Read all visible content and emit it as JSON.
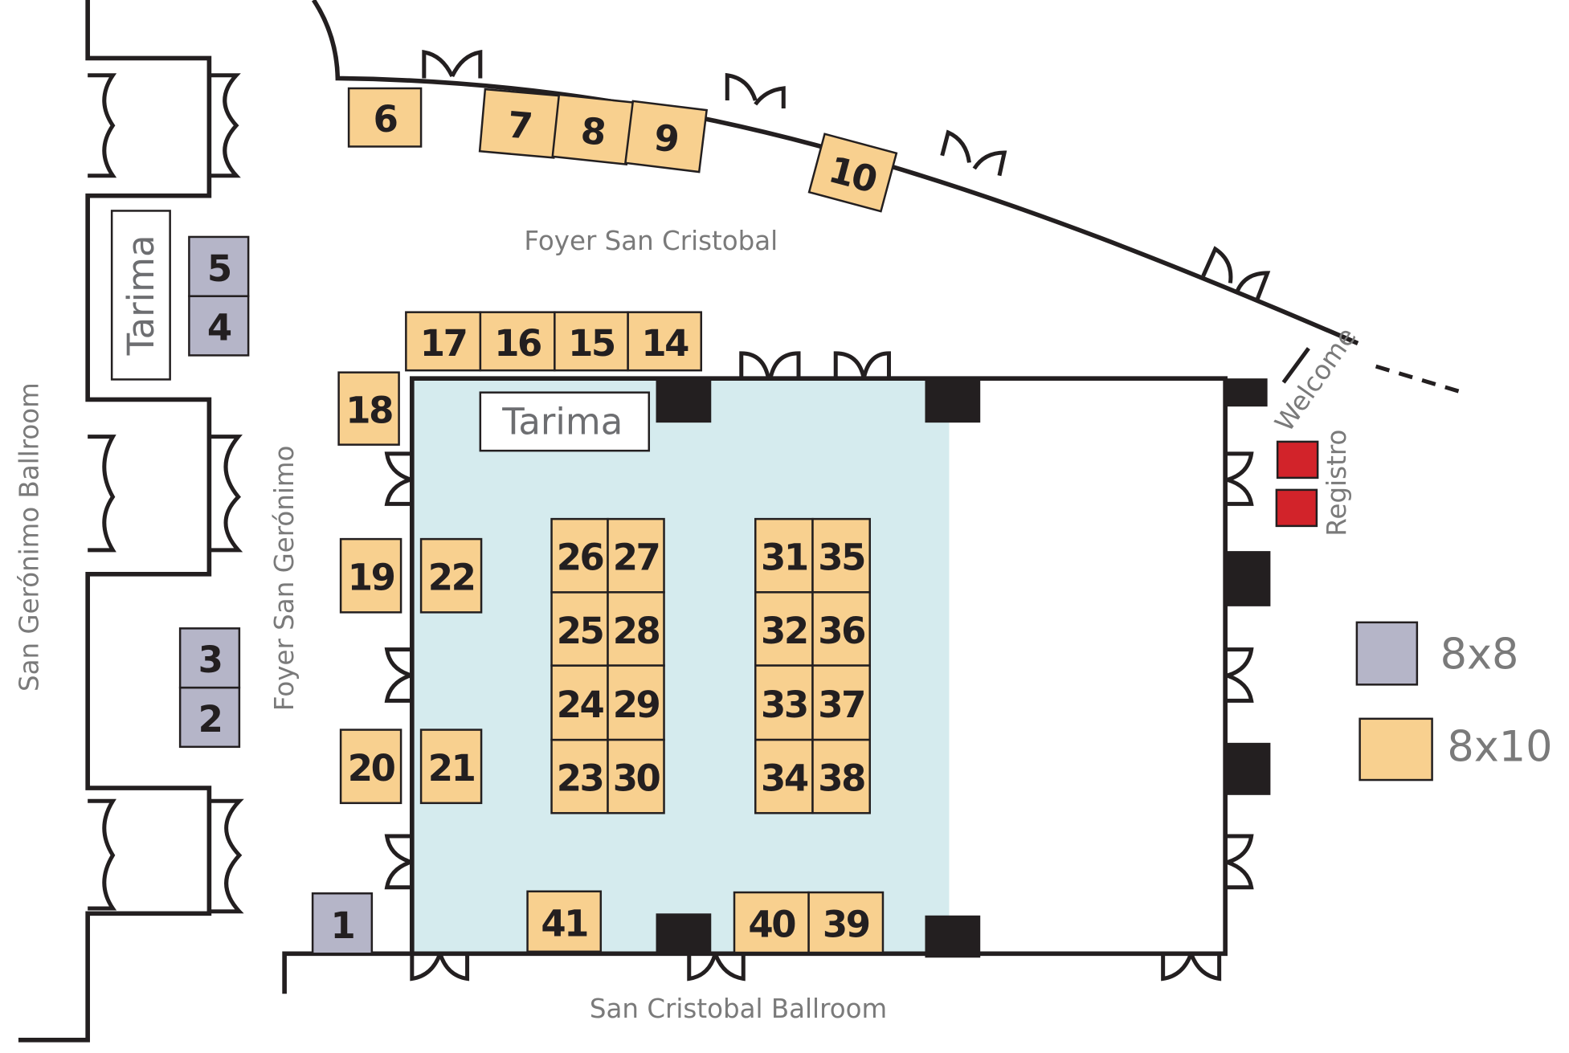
{
  "colors": {
    "booth_8x10": "#f8d08f",
    "booth_8x8": "#b5b5c8",
    "registration": "#d2232a",
    "ballroom_area": "#d5ebee",
    "label": "#7a7a7a"
  },
  "labels": {
    "foyer_san_cristobal": "Foyer San Cristobal",
    "san_cristobal_ballroom": "San Cristobal Ballroom",
    "san_geronimo_ballroom": "San Gerónimo Ballroom",
    "foyer_san_geronimo": "Foyer San Gerónimo",
    "tarima_left": "Tarima",
    "tarima_main": "Tarima",
    "welcome": "Welcome",
    "registro": "Registro"
  },
  "legend": [
    {
      "size": "8x8",
      "label": "8x8"
    },
    {
      "size": "8x10",
      "label": "8x10"
    }
  ],
  "booths": [
    {
      "number": "1",
      "size": "8x8"
    },
    {
      "number": "2",
      "size": "8x8"
    },
    {
      "number": "3",
      "size": "8x8"
    },
    {
      "number": "4",
      "size": "8x8"
    },
    {
      "number": "5",
      "size": "8x8"
    },
    {
      "number": "6",
      "size": "8x10"
    },
    {
      "number": "7",
      "size": "8x10"
    },
    {
      "number": "8",
      "size": "8x10"
    },
    {
      "number": "9",
      "size": "8x10"
    },
    {
      "number": "10",
      "size": "8x10"
    },
    {
      "number": "14",
      "size": "8x10"
    },
    {
      "number": "15",
      "size": "8x10"
    },
    {
      "number": "16",
      "size": "8x10"
    },
    {
      "number": "17",
      "size": "8x10"
    },
    {
      "number": "18",
      "size": "8x10"
    },
    {
      "number": "19",
      "size": "8x10"
    },
    {
      "number": "20",
      "size": "8x10"
    },
    {
      "number": "21",
      "size": "8x10"
    },
    {
      "number": "22",
      "size": "8x10"
    },
    {
      "number": "23",
      "size": "8x10"
    },
    {
      "number": "24",
      "size": "8x10"
    },
    {
      "number": "25",
      "size": "8x10"
    },
    {
      "number": "26",
      "size": "8x10"
    },
    {
      "number": "27",
      "size": "8x10"
    },
    {
      "number": "28",
      "size": "8x10"
    },
    {
      "number": "29",
      "size": "8x10"
    },
    {
      "number": "30",
      "size": "8x10"
    },
    {
      "number": "31",
      "size": "8x10"
    },
    {
      "number": "32",
      "size": "8x10"
    },
    {
      "number": "33",
      "size": "8x10"
    },
    {
      "number": "34",
      "size": "8x10"
    },
    {
      "number": "35",
      "size": "8x10"
    },
    {
      "number": "36",
      "size": "8x10"
    },
    {
      "number": "37",
      "size": "8x10"
    },
    {
      "number": "38",
      "size": "8x10"
    },
    {
      "number": "39",
      "size": "8x10"
    },
    {
      "number": "40",
      "size": "8x10"
    },
    {
      "number": "41",
      "size": "8x10"
    }
  ]
}
